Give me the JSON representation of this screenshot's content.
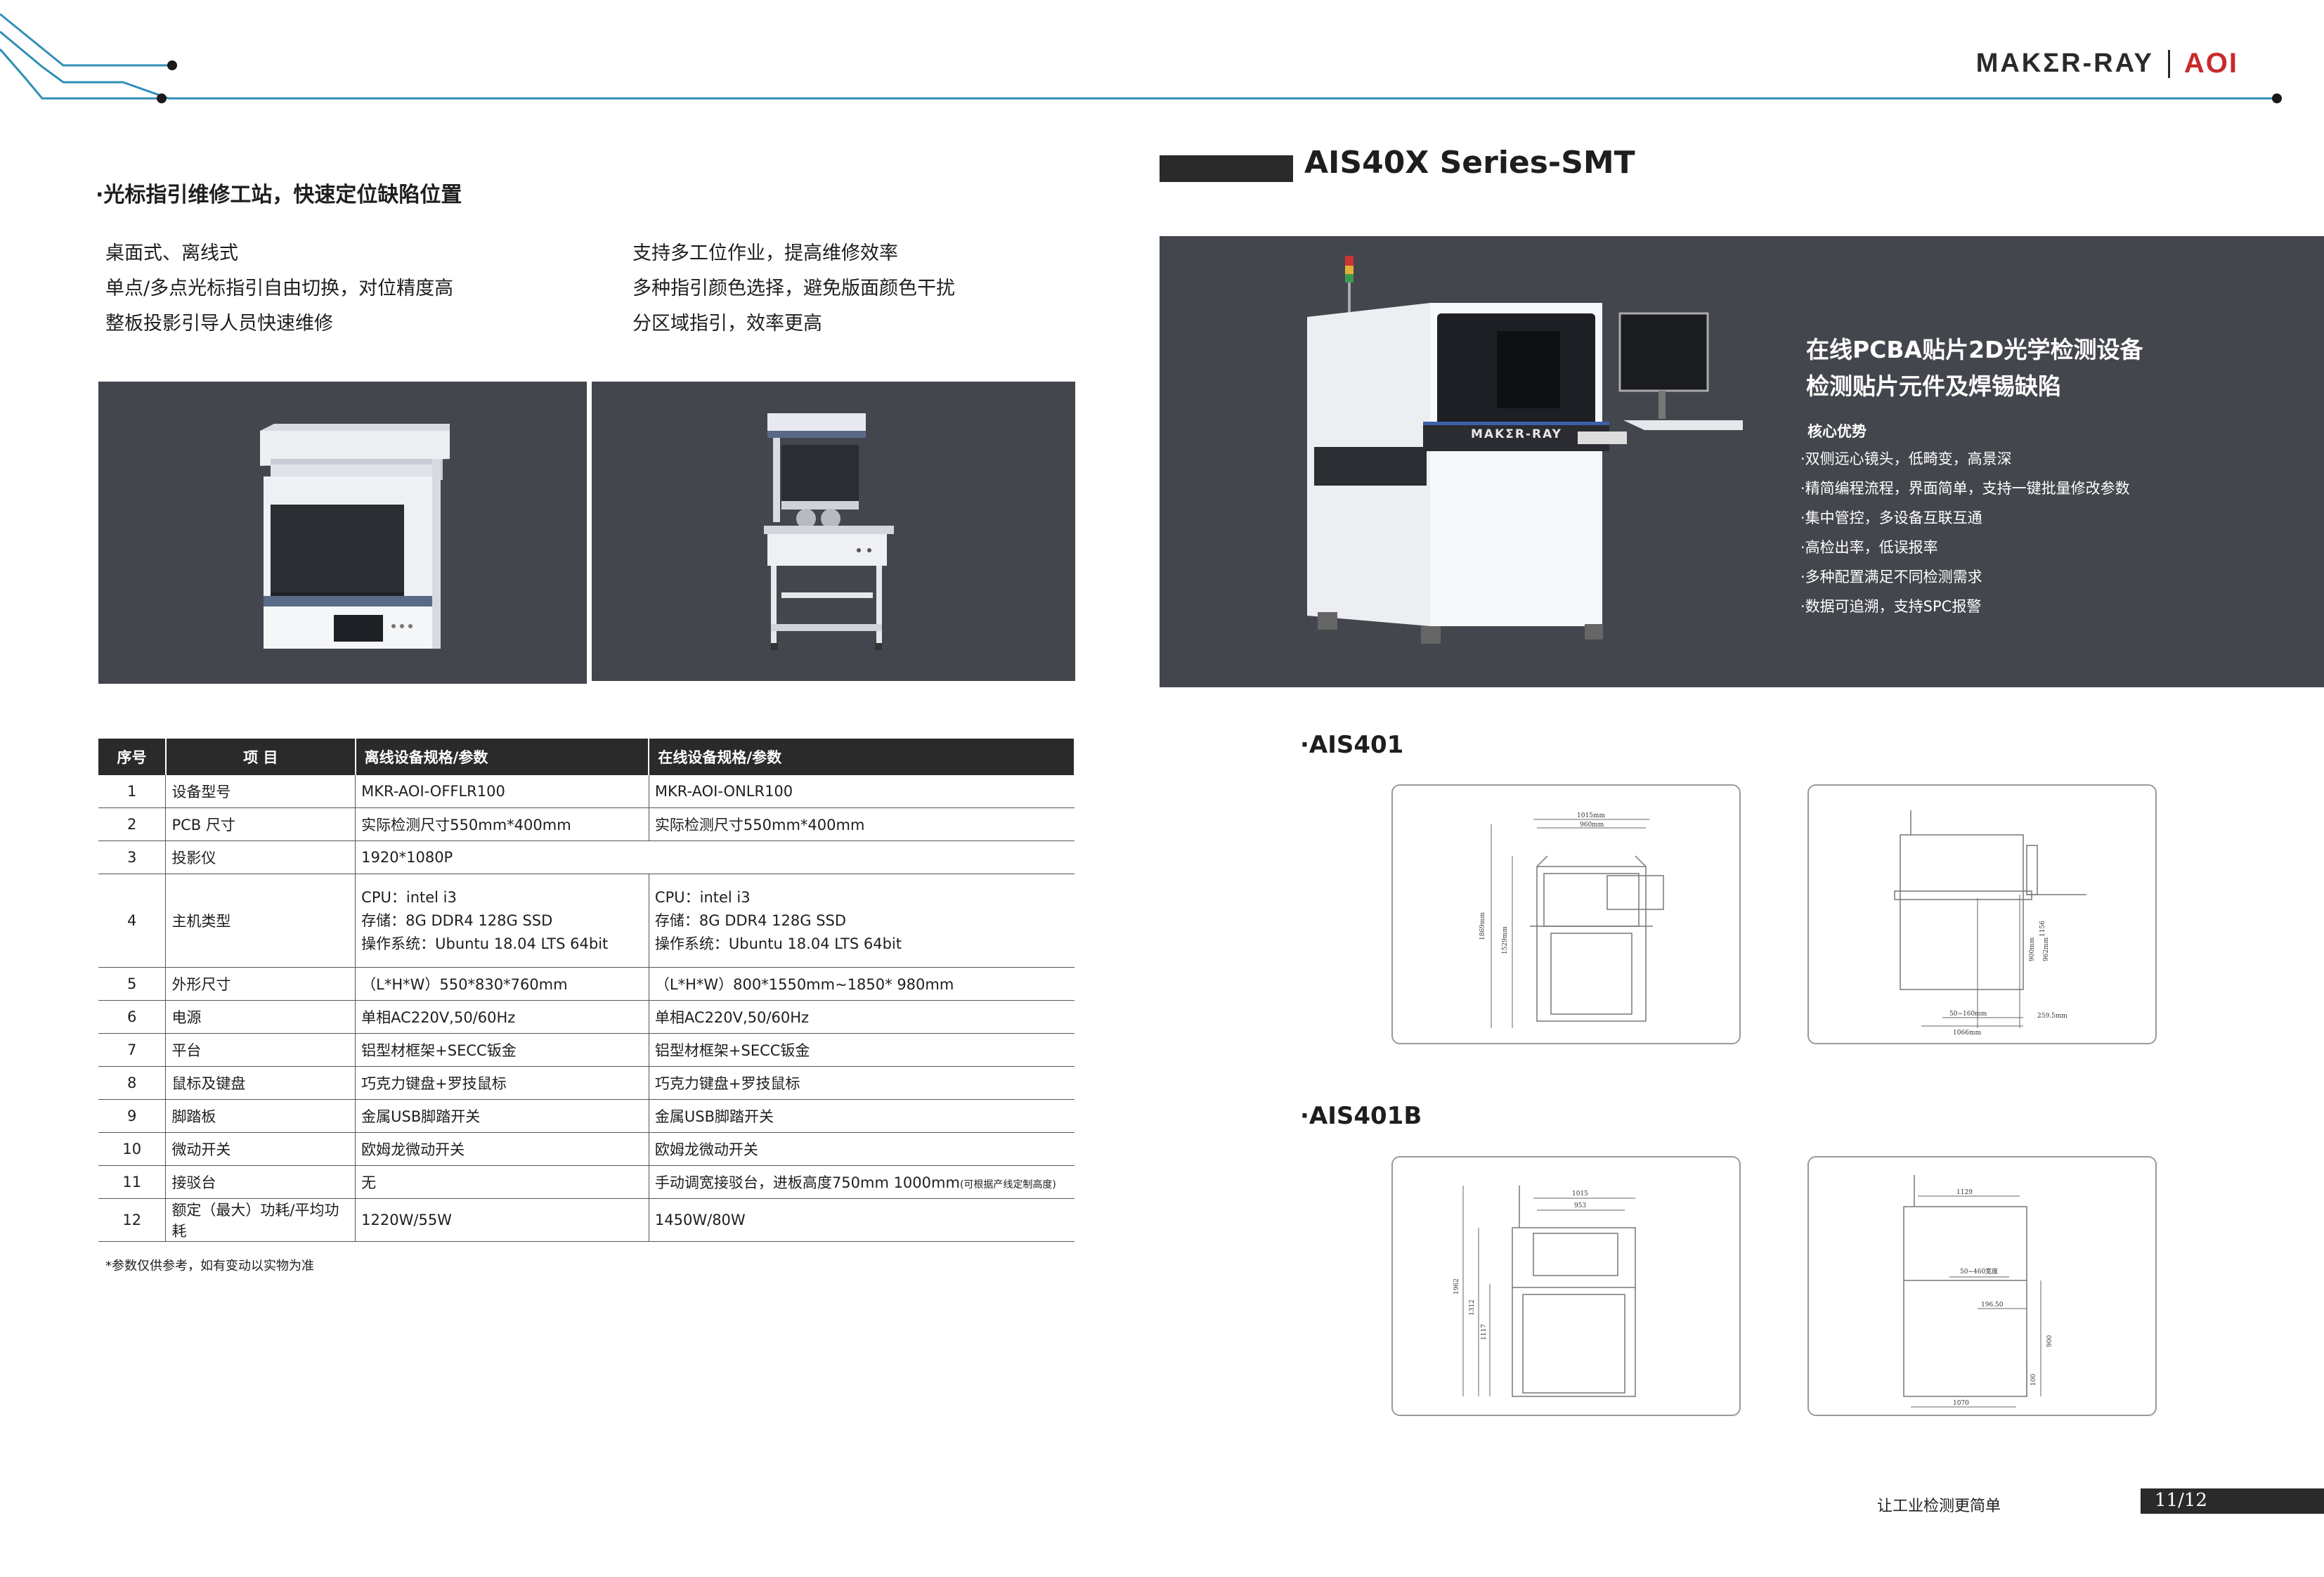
{
  "brand": {
    "name": "MAKΣR-RAY",
    "product": "AOI"
  },
  "left": {
    "heading": "·光标指引维修工站，快速定位缺陷位置",
    "features_col1": [
      "桌面式、离线式",
      "单点/多点光标指引自由切换，对位精度高",
      "整板投影引导人员快速维修"
    ],
    "features_col2": [
      "支持多工位作业，提高维修效率",
      "多种指引颜色选择，避免版面颜色干扰",
      "分区域指引，效率更高"
    ]
  },
  "table": {
    "headers": [
      "序号",
      "项 目",
      "离线设备规格/参数",
      "在线设备规格/参数"
    ],
    "rows": [
      {
        "no": "1",
        "item": "设备型号",
        "off": [
          "MKR-AOI-OFFLR100"
        ],
        "on": [
          "MKR-AOI-ONLR100"
        ]
      },
      {
        "no": "2",
        "item": "PCB 尺寸",
        "off": [
          "实际检测尺寸550mm*400mm"
        ],
        "on": [
          "实际检测尺寸550mm*400mm"
        ]
      },
      {
        "no": "3",
        "item": "投影仪",
        "merged": "1920*1080P"
      },
      {
        "no": "4",
        "item": "主机类型",
        "off": [
          "CPU：intel i3",
          "存储：8G DDR4    128G SSD",
          "操作系统：Ubuntu 18.04 LTS 64bit"
        ],
        "on": [
          "CPU：intel i3",
          "存储：8G DDR4    128G SSD",
          "操作系统：Ubuntu 18.04 LTS 64bit"
        ]
      },
      {
        "no": "5",
        "item": "外形尺寸",
        "off": [
          "（L*H*W）550*830*760mm"
        ],
        "on": [
          "（L*H*W）800*1550mm~1850* 980mm"
        ]
      },
      {
        "no": "6",
        "item": "电源",
        "off": [
          "单相AC220V,50/60Hz"
        ],
        "on": [
          "单相AC220V,50/60Hz"
        ]
      },
      {
        "no": "7",
        "item": "平台",
        "off": [
          "铝型材框架+SECC钣金"
        ],
        "on": [
          "铝型材框架+SECC钣金"
        ]
      },
      {
        "no": "8",
        "item": "鼠标及键盘",
        "off": [
          "巧克力键盘+罗技鼠标"
        ],
        "on": [
          "巧克力键盘+罗技鼠标"
        ]
      },
      {
        "no": "9",
        "item": "脚踏板",
        "off": [
          "金属USB脚踏开关"
        ],
        "on": [
          "金属USB脚踏开关"
        ]
      },
      {
        "no": "10",
        "item": "微动开关",
        "off": [
          "欧姆龙微动开关"
        ],
        "on": [
          "欧姆龙微动开关"
        ]
      },
      {
        "no": "11",
        "item": "接驳台",
        "off": [
          "无"
        ],
        "on": [
          "手动调宽接驳台，进板高度750mm 1000mm"
        ],
        "on_small": "(可根据产线定制高度)"
      },
      {
        "no": "12",
        "item": "额定（最大）功耗/平均功耗",
        "off": [
          "1220W/55W"
        ],
        "on": [
          "1450W/80W"
        ]
      }
    ],
    "note": "*参数仅供参考，如有变动以实物为准"
  },
  "right": {
    "series_title": "AIS40X Series-SMT",
    "banner_heading_1": "在线PCBA贴片2D光学检测设备",
    "banner_heading_2": "检测贴片元件及焊锡缺陷",
    "advantages_title": "核心优势",
    "advantages": [
      "·双侧远心镜头，低畸变，高景深",
      "·精简编程流程，界面简单，支持一键批量修改参数",
      "·集中管控，多设备互联互通",
      "·高检出率，低误报率",
      "·多种配置满足不同检测需求",
      "·数据可追溯，支持SPC报警"
    ],
    "machine_logo": "MAKΣR-RAY",
    "model1": "·AIS401",
    "model2": "·AIS401B",
    "dims1_front": [
      "1015mm",
      "960mm",
      "1869mm",
      "1529mm"
    ],
    "dims1_side": [
      "1156",
      "900mm",
      "962mm",
      "50~160mm",
      "1066mm",
      "259.5mm"
    ],
    "dims2_front": [
      "1015",
      "953",
      "1962",
      "1312",
      "1117"
    ],
    "dims2_side": [
      "1129",
      "50~460宽度",
      "196.50",
      "900",
      "100",
      "1070"
    ]
  },
  "footer": {
    "slogan": "让工业检测更简单",
    "page": "11/12"
  }
}
